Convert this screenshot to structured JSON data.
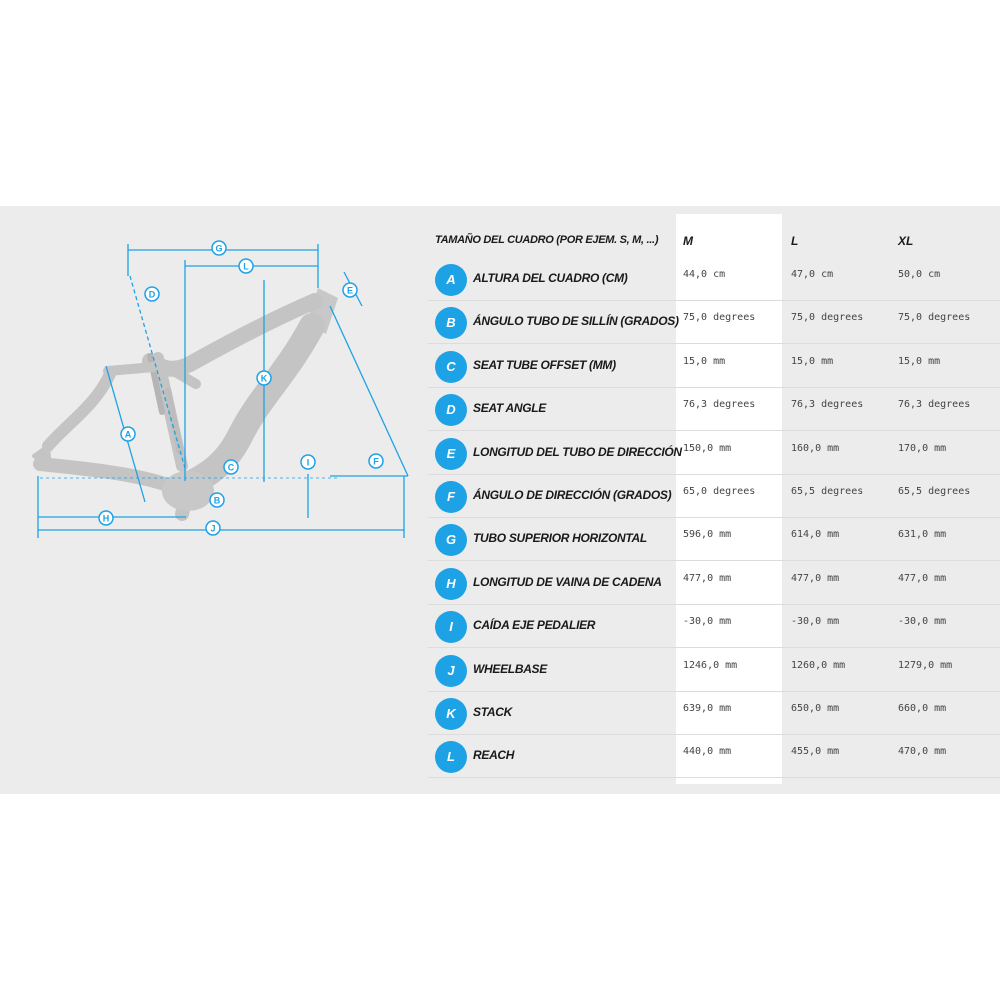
{
  "diagram": {
    "markers": [
      "A",
      "B",
      "C",
      "D",
      "E",
      "F",
      "G",
      "H",
      "I",
      "J",
      "K",
      "L"
    ],
    "accent_color": "#1ea2e6",
    "frame_color": "#c4c4c4"
  },
  "table": {
    "header_label": "TAMAÑO DEL CUADRO (POR EJEM. S, M, ...)",
    "columns": [
      "M",
      "L",
      "XL"
    ],
    "rows": [
      {
        "letter": "A",
        "label": "ALTURA DEL CUADRO (CM)",
        "values": [
          "44,0 cm",
          "47,0 cm",
          "50,0 cm"
        ]
      },
      {
        "letter": "B",
        "label": "ÁNGULO TUBO DE SILLÍN (GRADOS)",
        "values": [
          "75,0 degrees",
          "75,0 degrees",
          "75,0 degrees"
        ]
      },
      {
        "letter": "C",
        "label": "SEAT TUBE OFFSET (MM)",
        "values": [
          "15,0 mm",
          "15,0 mm",
          "15,0 mm"
        ]
      },
      {
        "letter": "D",
        "label": "SEAT ANGLE",
        "values": [
          "76,3 degrees",
          "76,3 degrees",
          "76,3 degrees"
        ]
      },
      {
        "letter": "E",
        "label": "LONGITUD DEL TUBO DE DIRECCIÓN",
        "values": [
          "150,0 mm",
          "160,0 mm",
          "170,0 mm"
        ]
      },
      {
        "letter": "F",
        "label": "ÁNGULO DE DIRECCIÓN (GRADOS)",
        "values": [
          "65,0 degrees",
          "65,5 degrees",
          "65,5 degrees"
        ]
      },
      {
        "letter": "G",
        "label": "TUBO SUPERIOR HORIZONTAL",
        "values": [
          "596,0 mm",
          "614,0 mm",
          "631,0 mm"
        ]
      },
      {
        "letter": "H",
        "label": "LONGITUD DE VAINA DE CADENA",
        "values": [
          "477,0 mm",
          "477,0 mm",
          "477,0 mm"
        ]
      },
      {
        "letter": "I",
        "label": "CAÍDA EJE PEDALIER",
        "values": [
          "-30,0 mm",
          "-30,0 mm",
          "-30,0 mm"
        ]
      },
      {
        "letter": "J",
        "label": "WHEELBASE",
        "values": [
          "1246,0 mm",
          "1260,0 mm",
          "1279,0 mm"
        ]
      },
      {
        "letter": "K",
        "label": "STACK",
        "values": [
          "639,0 mm",
          "650,0 mm",
          "660,0 mm"
        ]
      },
      {
        "letter": "L",
        "label": "REACH",
        "values": [
          "440,0 mm",
          "455,0 mm",
          "470,0 mm"
        ]
      }
    ]
  }
}
